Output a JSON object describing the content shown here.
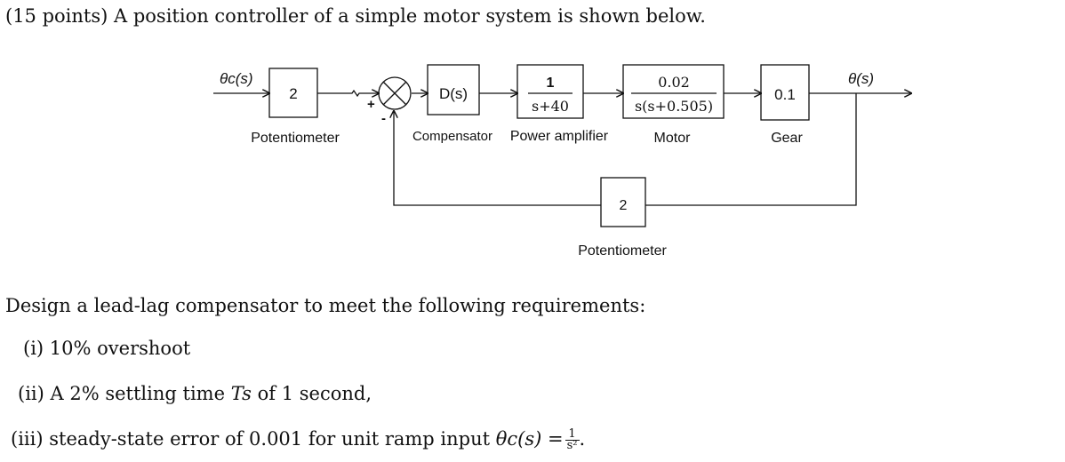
{
  "problem_statement": "(15 points) A position controller of a simple motor system is shown below.",
  "diagram": {
    "input_label": "θc(s)",
    "output_label": "θ(s)",
    "blocks": {
      "input_pot": {
        "value": "2",
        "caption": "Potentiometer"
      },
      "compensator": {
        "value": "D(s)",
        "caption": "Compensator"
      },
      "power_amp": {
        "numerator": "1",
        "denominator": "s+40",
        "caption": "Power amplifier"
      },
      "motor": {
        "numerator": "0.02",
        "denominator": "s(s+0.505)",
        "caption": "Motor"
      },
      "gear": {
        "value": "0.1",
        "caption": "Gear"
      },
      "feedback_pot": {
        "value": "2",
        "caption": "Potentiometer"
      }
    },
    "summing_signs": {
      "plus": "+",
      "minus": "-"
    }
  },
  "design_intro": "Design a lead-lag compensator to meet the following requirements:",
  "requirements": [
    {
      "marker": "(i)",
      "text": "10% overshoot"
    },
    {
      "marker": "(ii)",
      "text_before": "A 2% settling time",
      "symbol": "Ts",
      "text_after": "of 1 second,"
    },
    {
      "marker": "(iii)",
      "text_before": "steady-state error of 0.001 for unit ramp input",
      "expr": "θc(s) =",
      "frac_num": "1",
      "frac_den": "s²",
      "text_after": "."
    }
  ]
}
